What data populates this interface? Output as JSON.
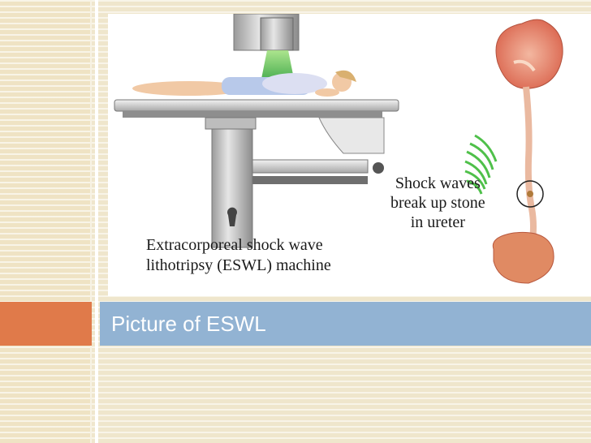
{
  "slide": {
    "title": "Picture of ESWL"
  },
  "figure": {
    "machine_label_line1": "Extracorporeal shock wave",
    "machine_label_line2": "lithotripsy (ESWL) machine",
    "ureter_label_line1": "Shock waves",
    "ureter_label_line2": "break up stone",
    "ureter_label_line3": "in ureter"
  },
  "colors": {
    "accent": "#e07a4a",
    "title_bar": "#92b3d3",
    "background": "#efe6cc"
  }
}
